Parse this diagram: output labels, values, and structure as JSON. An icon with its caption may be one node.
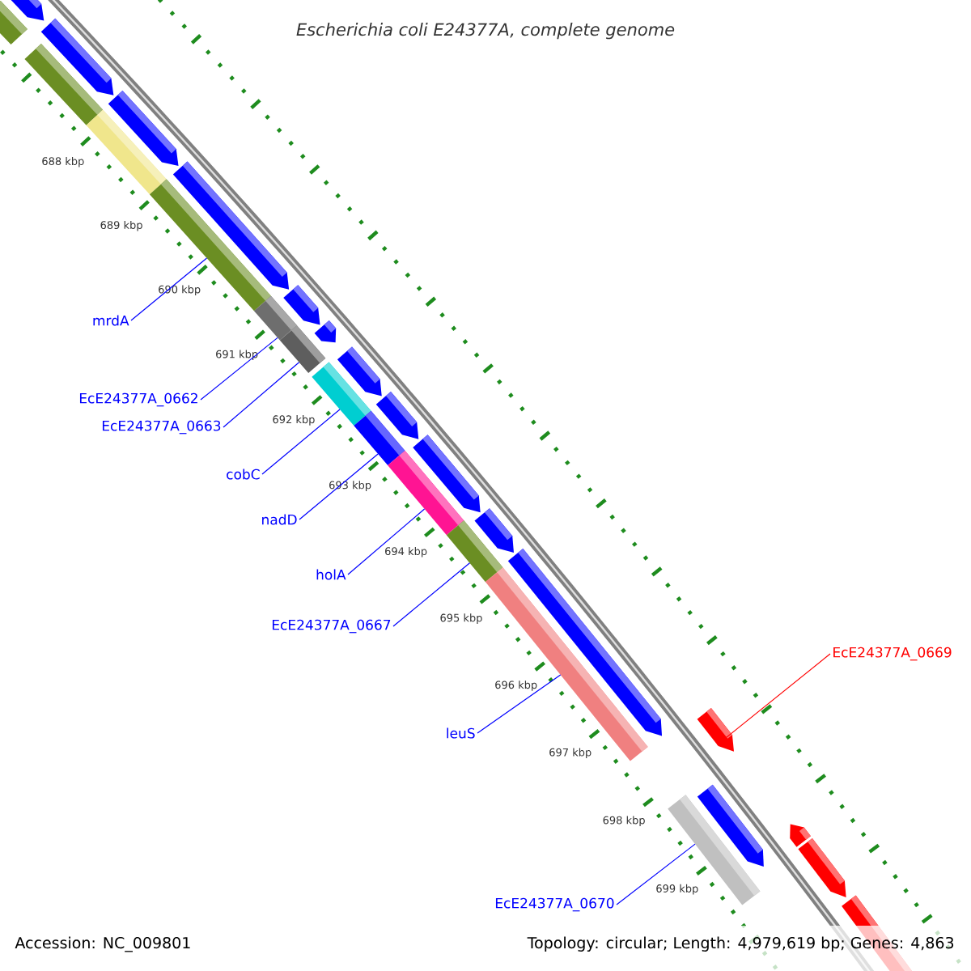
{
  "diagram": {
    "title": "Escherichia coli E24377A, complete genome",
    "nodes": [
      {
        "text": [
          "mrdA"
        ]
      },
      {
        "text": [
          "EcE24377A_0662"
        ]
      },
      {
        "text": [
          "EcE24377A_0663"
        ]
      },
      {
        "text": [
          "cobC"
        ]
      },
      {
        "text": [
          "nadD"
        ]
      },
      {
        "text": [
          "holA"
        ]
      },
      {
        "text": [
          "EcE24377A_0667"
        ]
      },
      {
        "text": [
          "EcE24377A_0669"
        ]
      },
      {
        "text": [
          "leuS"
        ]
      },
      {
        "text": [
          "EcE24377A_0670"
        ]
      },
      {
        "text": [],
        "shape": "bar"
      },
      {
        "text": [],
        "shape": "bar"
      },
      {
        "text": [],
        "shape": "bar"
      },
      {
        "text": [],
        "shape": "bar"
      },
      {
        "text": [],
        "shape": "bar"
      },
      {
        "text": [],
        "shape": "bar"
      },
      {
        "text": [],
        "shape": "bar"
      },
      {
        "text": [],
        "shape": "bar"
      },
      {
        "text": [],
        "shape": "bar"
      },
      {
        "text": [],
        "shape": "bar"
      }
    ],
    "edges": [
      {
        "from": 0,
        "to": 10,
        "arrow": "none"
      },
      {
        "from": 1,
        "to": 11,
        "arrow": "none"
      },
      {
        "from": 2,
        "to": 12,
        "arrow": "none"
      },
      {
        "from": 3,
        "to": 13,
        "arrow": "none"
      },
      {
        "from": 4,
        "to": 14,
        "arrow": "none"
      },
      {
        "from": 5,
        "to": 15,
        "arrow": "none"
      },
      {
        "from": 6,
        "to": 16,
        "arrow": "none"
      },
      {
        "from": 7,
        "to": 18,
        "arrow": "none",
        "color": "#ff0000"
      },
      {
        "from": 8,
        "to": 17,
        "arrow": "none"
      },
      {
        "from": 9,
        "to": 19,
        "arrow": "none"
      }
    ],
    "labels": [
      "688 kbp",
      "689 kbp",
      "690 kbp",
      "691 kbp",
      "692 kbp",
      "693 kbp",
      "694 kbp",
      "695 kbp",
      "696 kbp",
      "697 kbp",
      "698 kbp",
      "699 kbp",
      "Accession: NC_009801",
      "Topology: circular; Length: 4,979,619 bp; Genes: 4,863"
    ]
  }
}
